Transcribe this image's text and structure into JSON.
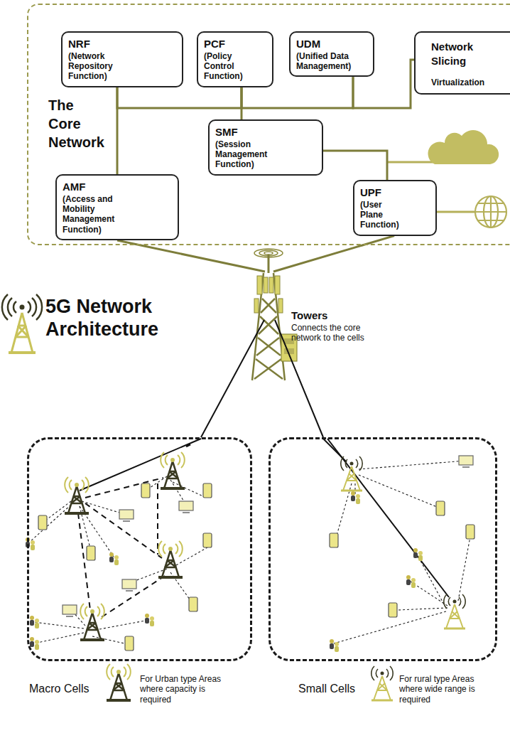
{
  "diagram": {
    "title": "5G Network Architecture",
    "nodes": [
      {
        "text": [
          "The Core Network"
        ]
      },
      {
        "text": [
          "NRF",
          "(Network Repository Function)"
        ],
        "in": 0
      },
      {
        "text": [
          "PCF",
          "(Policy Control Function)"
        ],
        "in": 0
      },
      {
        "text": [
          "UDM",
          "(Unified Data Management)"
        ],
        "in": 0
      },
      {
        "text": [
          "Network Slicing",
          "Virtualization"
        ],
        "in": 0
      },
      {
        "text": [
          "SMF",
          "(Session Management Function)"
        ],
        "in": 0
      },
      {
        "text": [
          "AMF",
          "(Access and Mobility Management Function)"
        ],
        "in": 0
      },
      {
        "text": [
          "UPF",
          "(User Plane Function)"
        ],
        "in": 0
      },
      {
        "text": [
          "Towers",
          "Connects the core network to the cells"
        ]
      },
      {
        "text": [
          "Macro Cells"
        ]
      },
      {
        "text": [
          "Small Cells"
        ]
      }
    ],
    "edges": [
      {
        "from": 1,
        "to": 6,
        "arrow": "none"
      },
      {
        "from": 1,
        "to": 2,
        "arrow": "none"
      },
      {
        "from": 2,
        "to": 3,
        "arrow": "none"
      },
      {
        "from": 3,
        "to": 4,
        "arrow": "none"
      },
      {
        "from": 2,
        "to": 5,
        "arrow": "none"
      },
      {
        "from": 5,
        "to": 7,
        "arrow": "none"
      },
      {
        "from": 6,
        "to": 8,
        "arrow": "none"
      },
      {
        "from": 7,
        "to": 8,
        "arrow": "none"
      },
      {
        "from": 8,
        "to": 9,
        "arrow": "none"
      },
      {
        "from": 8,
        "to": 10,
        "arrow": "none"
      }
    ],
    "legend": [
      {
        "text": "For Urban type Areas where capacity is required"
      },
      {
        "text": "For rural type Areas where wide range is required"
      }
    ]
  }
}
